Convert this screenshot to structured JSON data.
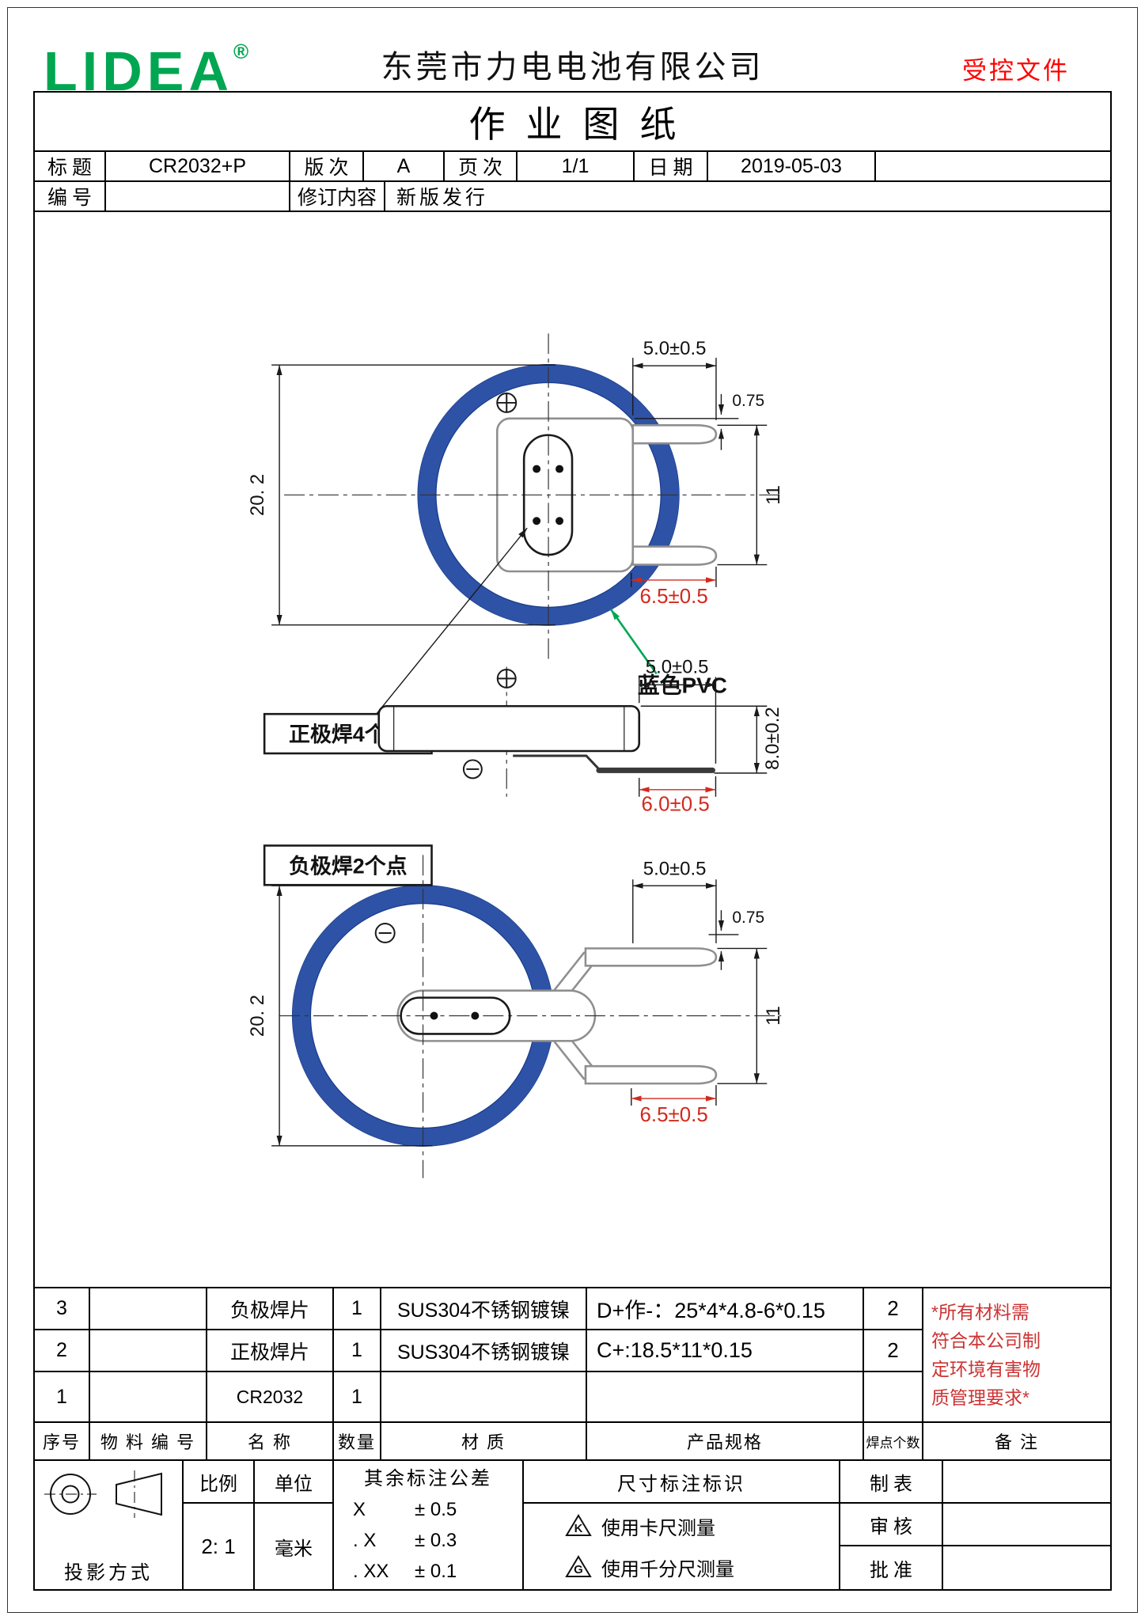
{
  "header": {
    "logo_text": "LIDEA",
    "registered_mark": "®",
    "company_name": "东莞市力电电池有限公司",
    "controlled_doc": "受控文件"
  },
  "title_block": {
    "doc_title": "作业图纸",
    "title_label": "标题",
    "title_value": "CR2032+P",
    "version_label": "版次",
    "version_value": "A",
    "page_label": "页次",
    "page_value": "1/1",
    "date_label": "日期",
    "date_value": "2019-05-03",
    "number_label": "编号",
    "number_value": "",
    "revision_label": "修订内容",
    "revision_value": "新版发行"
  },
  "drawing": {
    "callouts": {
      "blue_pvc": "蓝色PVC",
      "positive_weld": "正极焊4个点",
      "negative_weld": "负极焊2个点"
    },
    "top_view": {
      "diameter": "20. 2",
      "tab_len": "5.0±0.5",
      "pin_offset": "0.75",
      "tab_width": "11",
      "pin_len": "6.5±0.5"
    },
    "side_view": {
      "tab_len": "5.0±0.5",
      "height": "8.0±0.2",
      "pin_len": "6.0±0.5"
    },
    "bottom_view": {
      "diameter": "20. 2",
      "tab_len": "5.0±0.5",
      "pin_offset": "0.75",
      "tab_width": "11",
      "pin_len": "6.5±0.5"
    }
  },
  "parts_table": {
    "headers": {
      "no": "序号",
      "material_no": "物 料 编 号",
      "name": "名    称",
      "qty": "数量",
      "material": "材    质",
      "spec": "产品规格",
      "weld_points": "焊点个数",
      "remark": "备    注"
    },
    "rows": [
      {
        "no": "3",
        "material_no": "",
        "name": "负极焊片",
        "qty": "1",
        "material": "SUS304不锈钢镀镍",
        "spec": "D+作-：25*4*4.8-6*0.15",
        "weld_points": "2"
      },
      {
        "no": "2",
        "material_no": "",
        "name": "正极焊片",
        "qty": "1",
        "material": "SUS304不锈钢镀镍",
        "spec": "C+:18.5*11*0.15",
        "weld_points": "2"
      },
      {
        "no": "1",
        "material_no": "",
        "name": "CR2032",
        "qty": "1",
        "material": "",
        "spec": "",
        "weld_points": ""
      }
    ],
    "note_lines": [
      "*所有材料需",
      "符合本公司制",
      "定环境有害物",
      "质管理要求*"
    ]
  },
  "footer": {
    "projection_label": "投影方式",
    "scale_label": "比例",
    "scale_value": "2: 1",
    "unit_label": "单位",
    "unit_value": "毫米",
    "tolerance_title": "其余标注公差",
    "tolerances": [
      {
        "digits": "X",
        "value": "± 0.5"
      },
      {
        "digits": ". X",
        "value": "± 0.3"
      },
      {
        "digits": ". XX",
        "value": "± 0.1"
      }
    ],
    "dim_mark_title": "尺寸标注标识",
    "dim_marks": [
      {
        "letter": "K",
        "text": "使用卡尺测量"
      },
      {
        "letter": "G",
        "text": "使用千分尺测量"
      }
    ],
    "sign_labels": {
      "maker": "制表",
      "checker": "审核",
      "approver": "批准"
    }
  }
}
